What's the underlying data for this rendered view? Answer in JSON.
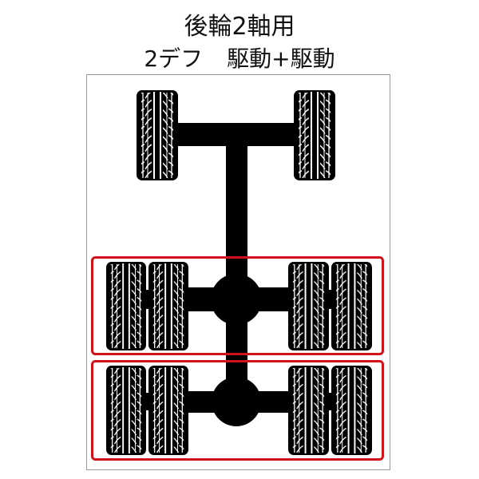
{
  "title": {
    "line1": "後輪2軸用",
    "line2_left": "2デフ",
    "line2_right": "駆動+駆動"
  },
  "diagram": {
    "description": "Top-down axle layout: front steering axle with single tires, two rear axles each with dual tires and a differential; both rear axles highlighted in red as drive axles",
    "axles": [
      {
        "name": "front-axle",
        "tires_per_side": 1,
        "differential": false,
        "highlighted": false
      },
      {
        "name": "rear-axle-1",
        "tires_per_side": 2,
        "differential": true,
        "highlighted": true,
        "role": "駆動"
      },
      {
        "name": "rear-axle-2",
        "tires_per_side": 2,
        "differential": true,
        "highlighted": true,
        "role": "駆動"
      }
    ],
    "colors": {
      "highlight": "#d0121b",
      "chassis": "#000000",
      "frame_border": "#9a9a9a",
      "background": "#ffffff"
    }
  }
}
